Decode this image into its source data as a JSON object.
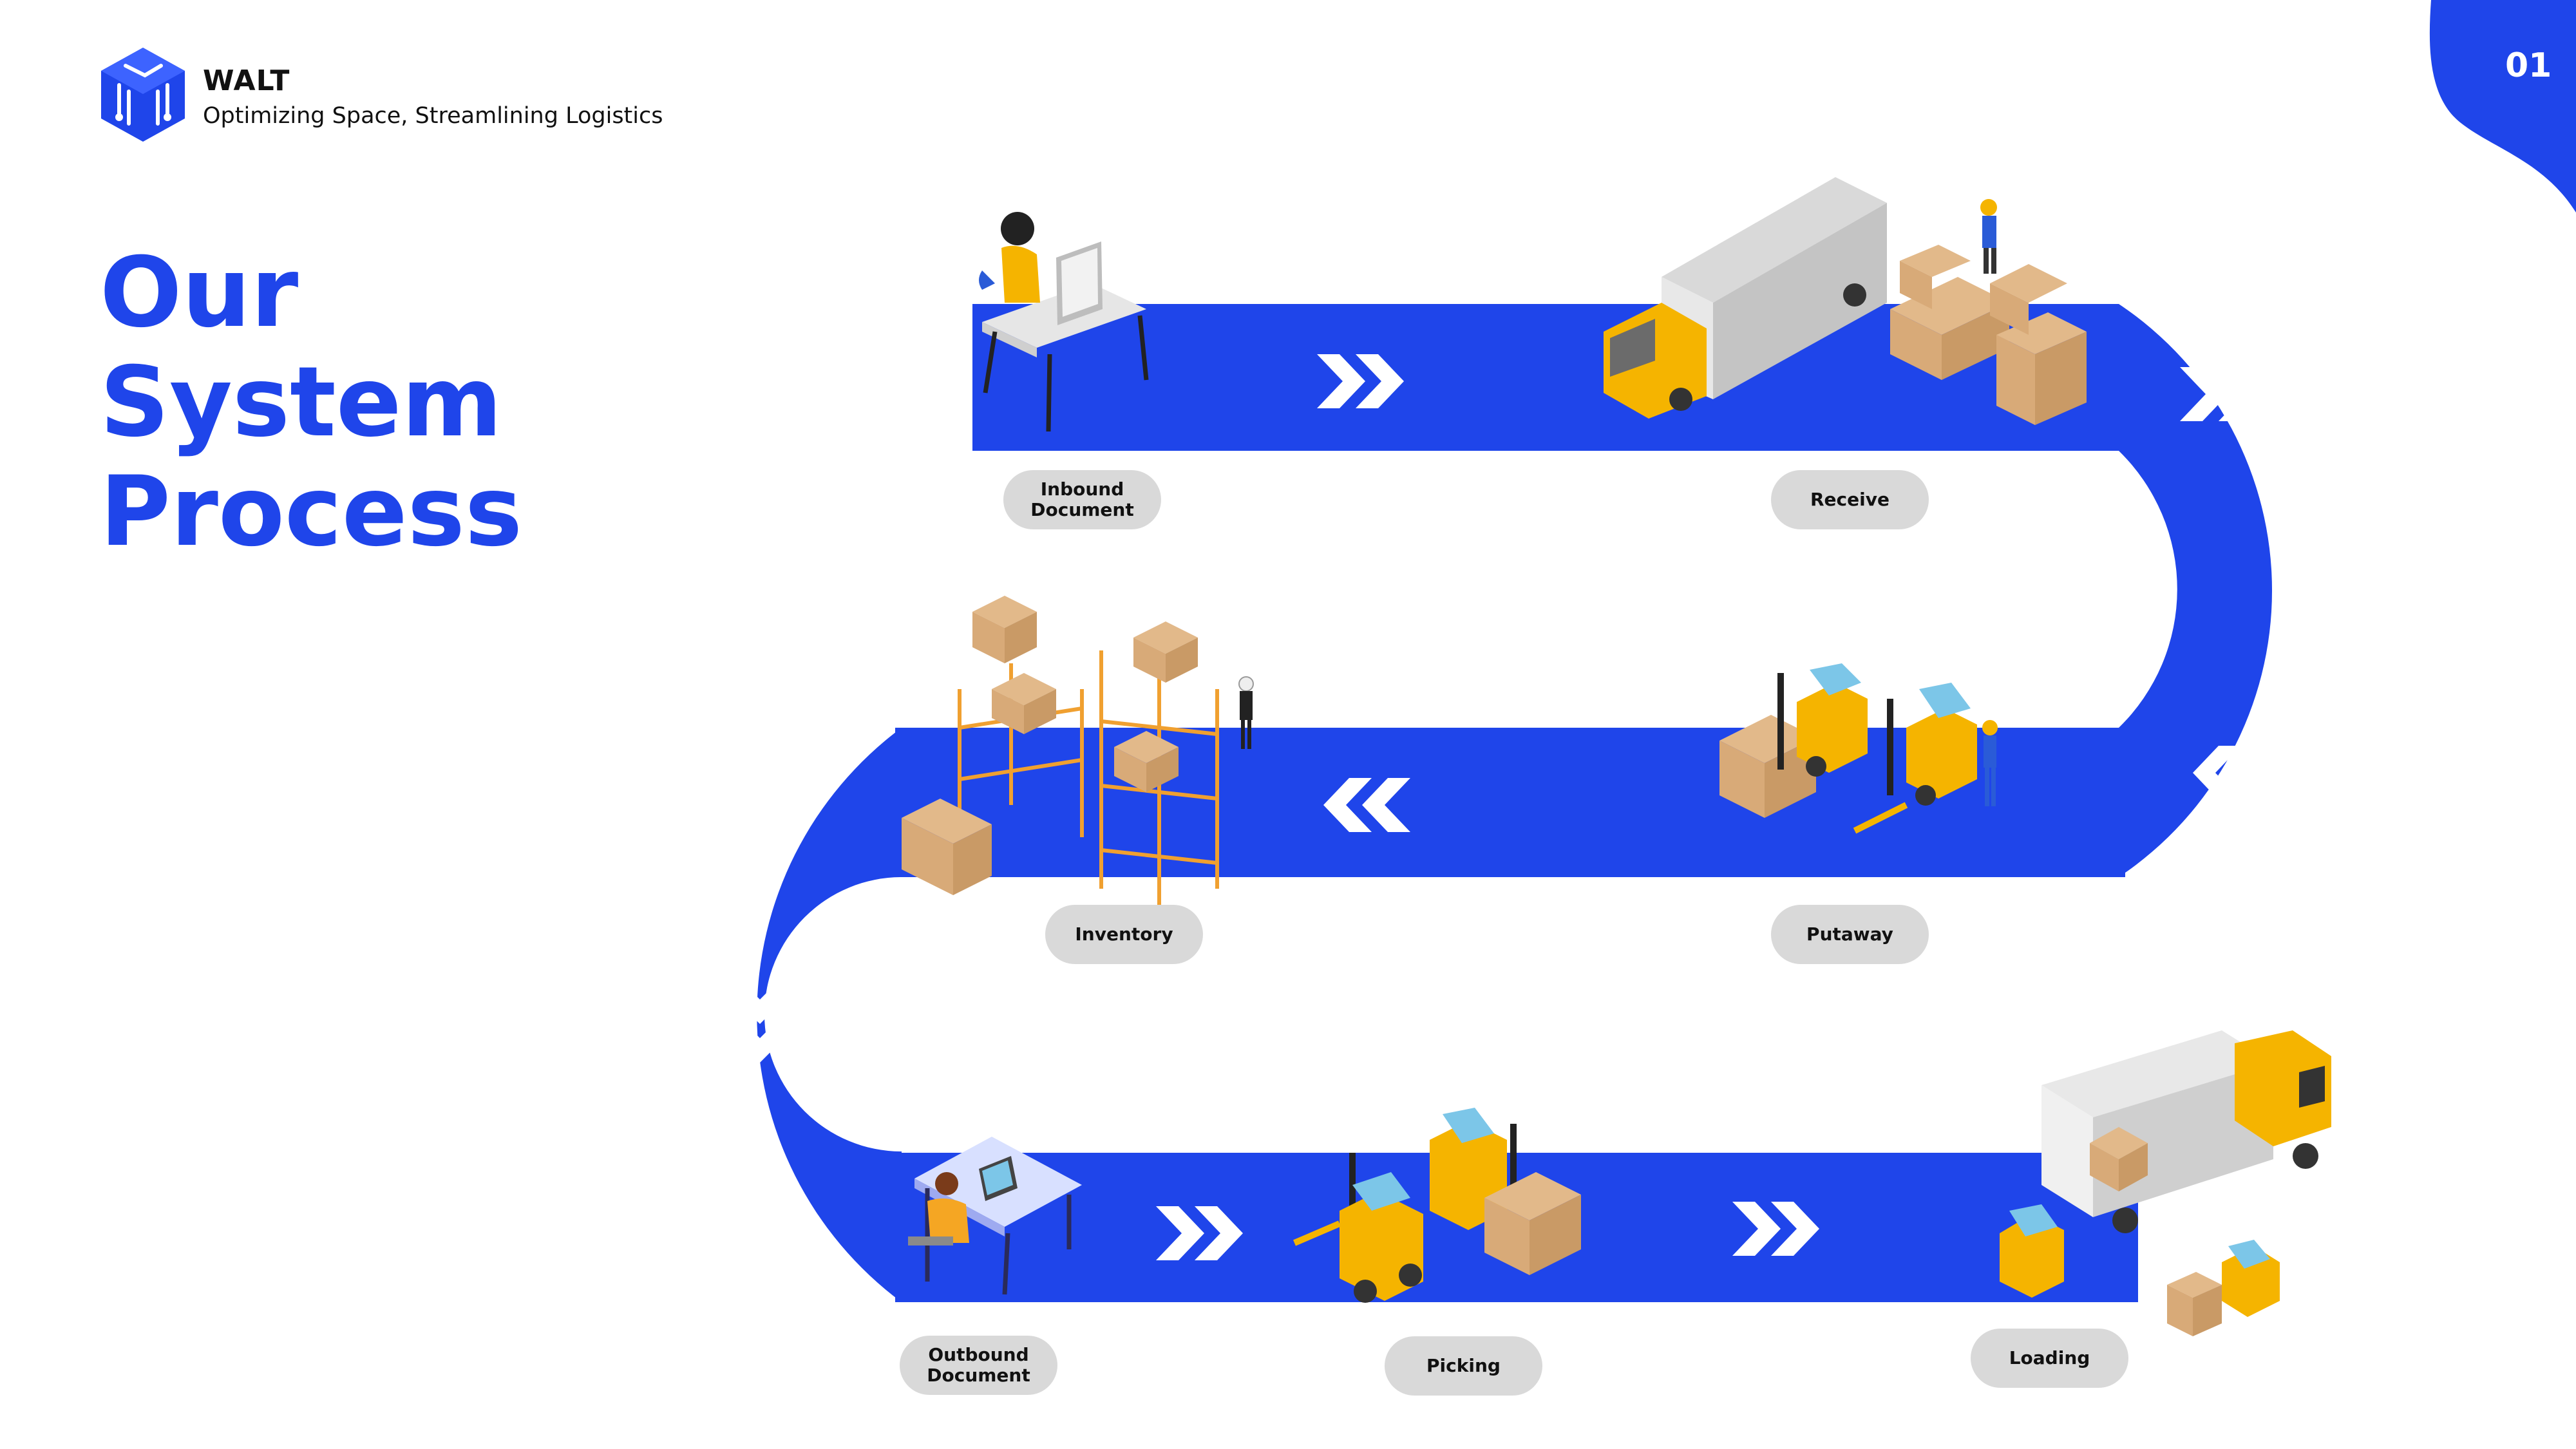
{
  "brand": {
    "name": "WALT",
    "tagline": "Optimizing Space, Streamlining Logistics"
  },
  "title": {
    "line1": "Our System",
    "line2": "Process"
  },
  "page_number": "01",
  "colors": {
    "accent": "#1f45ea",
    "pill": "#d9d9d9",
    "text": "#111111"
  },
  "steps": [
    {
      "label": "Inbound Document",
      "illustration": "office-desk-worker"
    },
    {
      "label": "Receive",
      "illustration": "truck-with-boxes"
    },
    {
      "label": "Putaway",
      "illustration": "forklifts"
    },
    {
      "label": "Inventory",
      "illustration": "warehouse-shelves"
    },
    {
      "label": "Outbound Document",
      "illustration": "computer-desk-worker"
    },
    {
      "label": "Picking",
      "illustration": "forklifts-with-pallet"
    },
    {
      "label": "Loading",
      "illustration": "truck-loading"
    }
  ],
  "flow_arrows": [
    "right",
    "right",
    "left",
    "left",
    "down",
    "right",
    "right"
  ]
}
